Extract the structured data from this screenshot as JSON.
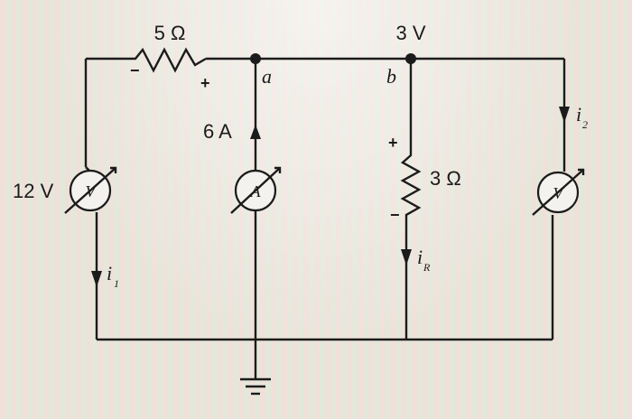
{
  "diagram": {
    "labels": {
      "resistor_top": "5 Ω",
      "node_a_voltage_top": "3 V",
      "node_a": "a",
      "node_b": "b",
      "source_current": "6 A",
      "resistor_right": "3 Ω",
      "voltmeter_left_label": "12 V",
      "plus": "+",
      "minus": "−"
    },
    "meters": {
      "voltmeter_letter": "V",
      "ammeter_letter": "A"
    },
    "currents": {
      "i1": {
        "base": "i",
        "sub": "1"
      },
      "i2": {
        "base": "i",
        "sub": "2"
      },
      "iR": {
        "base": "i",
        "sub": "R"
      }
    }
  }
}
